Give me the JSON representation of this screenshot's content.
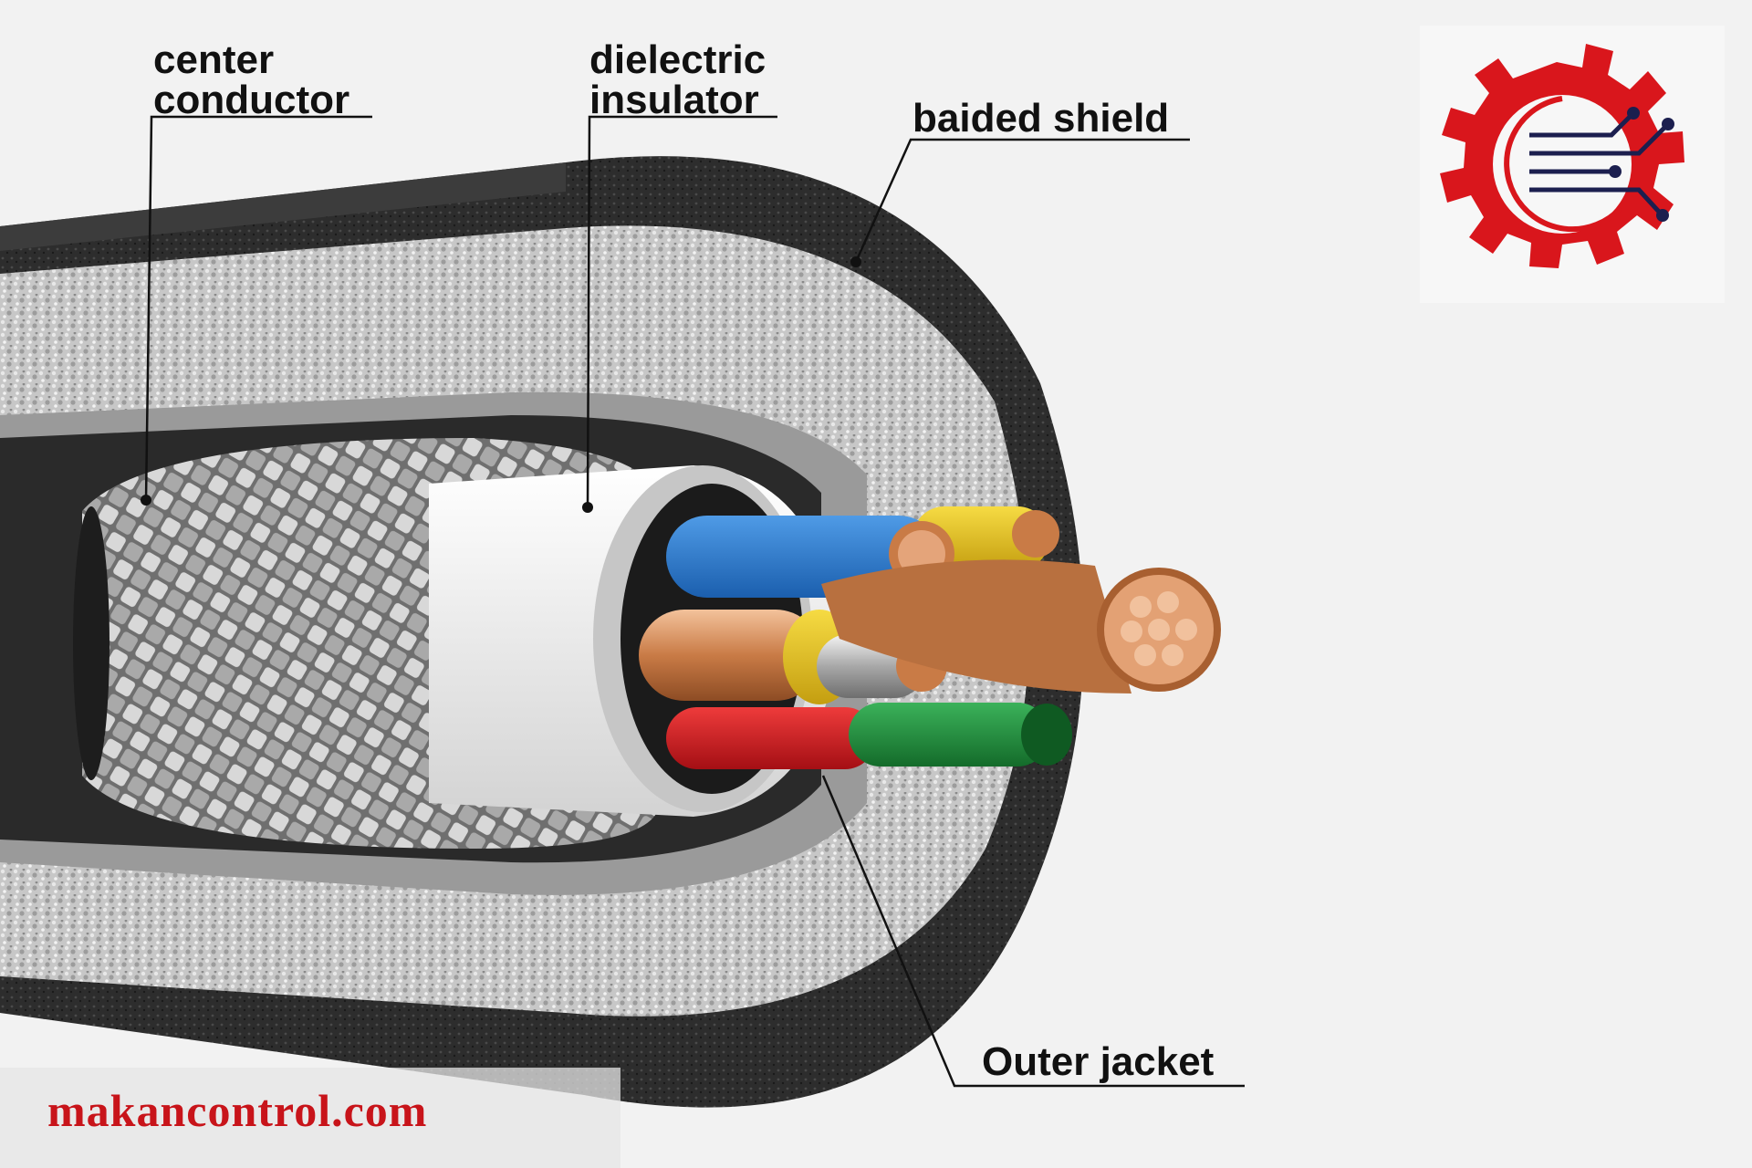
{
  "labels": {
    "center_conductor": [
      "center",
      "conductor"
    ],
    "dielectric_insulator": [
      "dielectric",
      "insulator"
    ],
    "braided_shield": "baided shield",
    "outer_jacket": "Outer jacket"
  },
  "watermark": "makancontrol.com",
  "colors": {
    "brand_red": "#d9161c",
    "logo_navy": "#1c1f4f",
    "jacket": "#2b2b2b",
    "foam": "#c9c9c9",
    "copper": "#d4895a",
    "wire_blue": "#2a76c9",
    "wire_yellow": "#e6c21c",
    "wire_red": "#d4161f",
    "wire_green": "#1f8f3a"
  },
  "icons": [
    "gear-circuit-logo-icon"
  ]
}
